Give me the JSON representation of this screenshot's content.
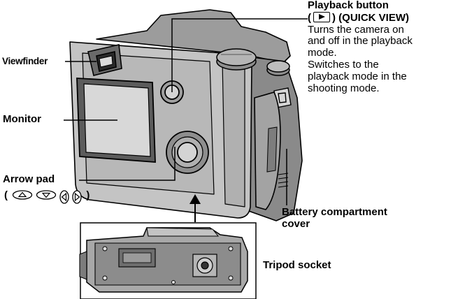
{
  "labels": {
    "viewfinder": "Viewfinder",
    "monitor": "Monitor",
    "arrow_pad": "Arrow pad",
    "arrow_pad_open": "(",
    "arrow_pad_close": ")",
    "playback_title": "Playback button",
    "playback_open": "(",
    "playback_close": ") (QUICK VIEW)",
    "playback_desc": [
      "Turns the camera on",
      "and off in the playback",
      "mode.",
      "Switches to the",
      "playback mode in the",
      "shooting mode."
    ],
    "battery_line1": "Battery compartment",
    "battery_line2": "cover",
    "tripod": "Tripod socket"
  },
  "icons": {
    "playback": "play-triangle-box-icon",
    "arrow_pad": [
      "arrow-up-icon",
      "arrow-down-icon",
      "arrow-left-icon",
      "arrow-right-icon"
    ]
  }
}
